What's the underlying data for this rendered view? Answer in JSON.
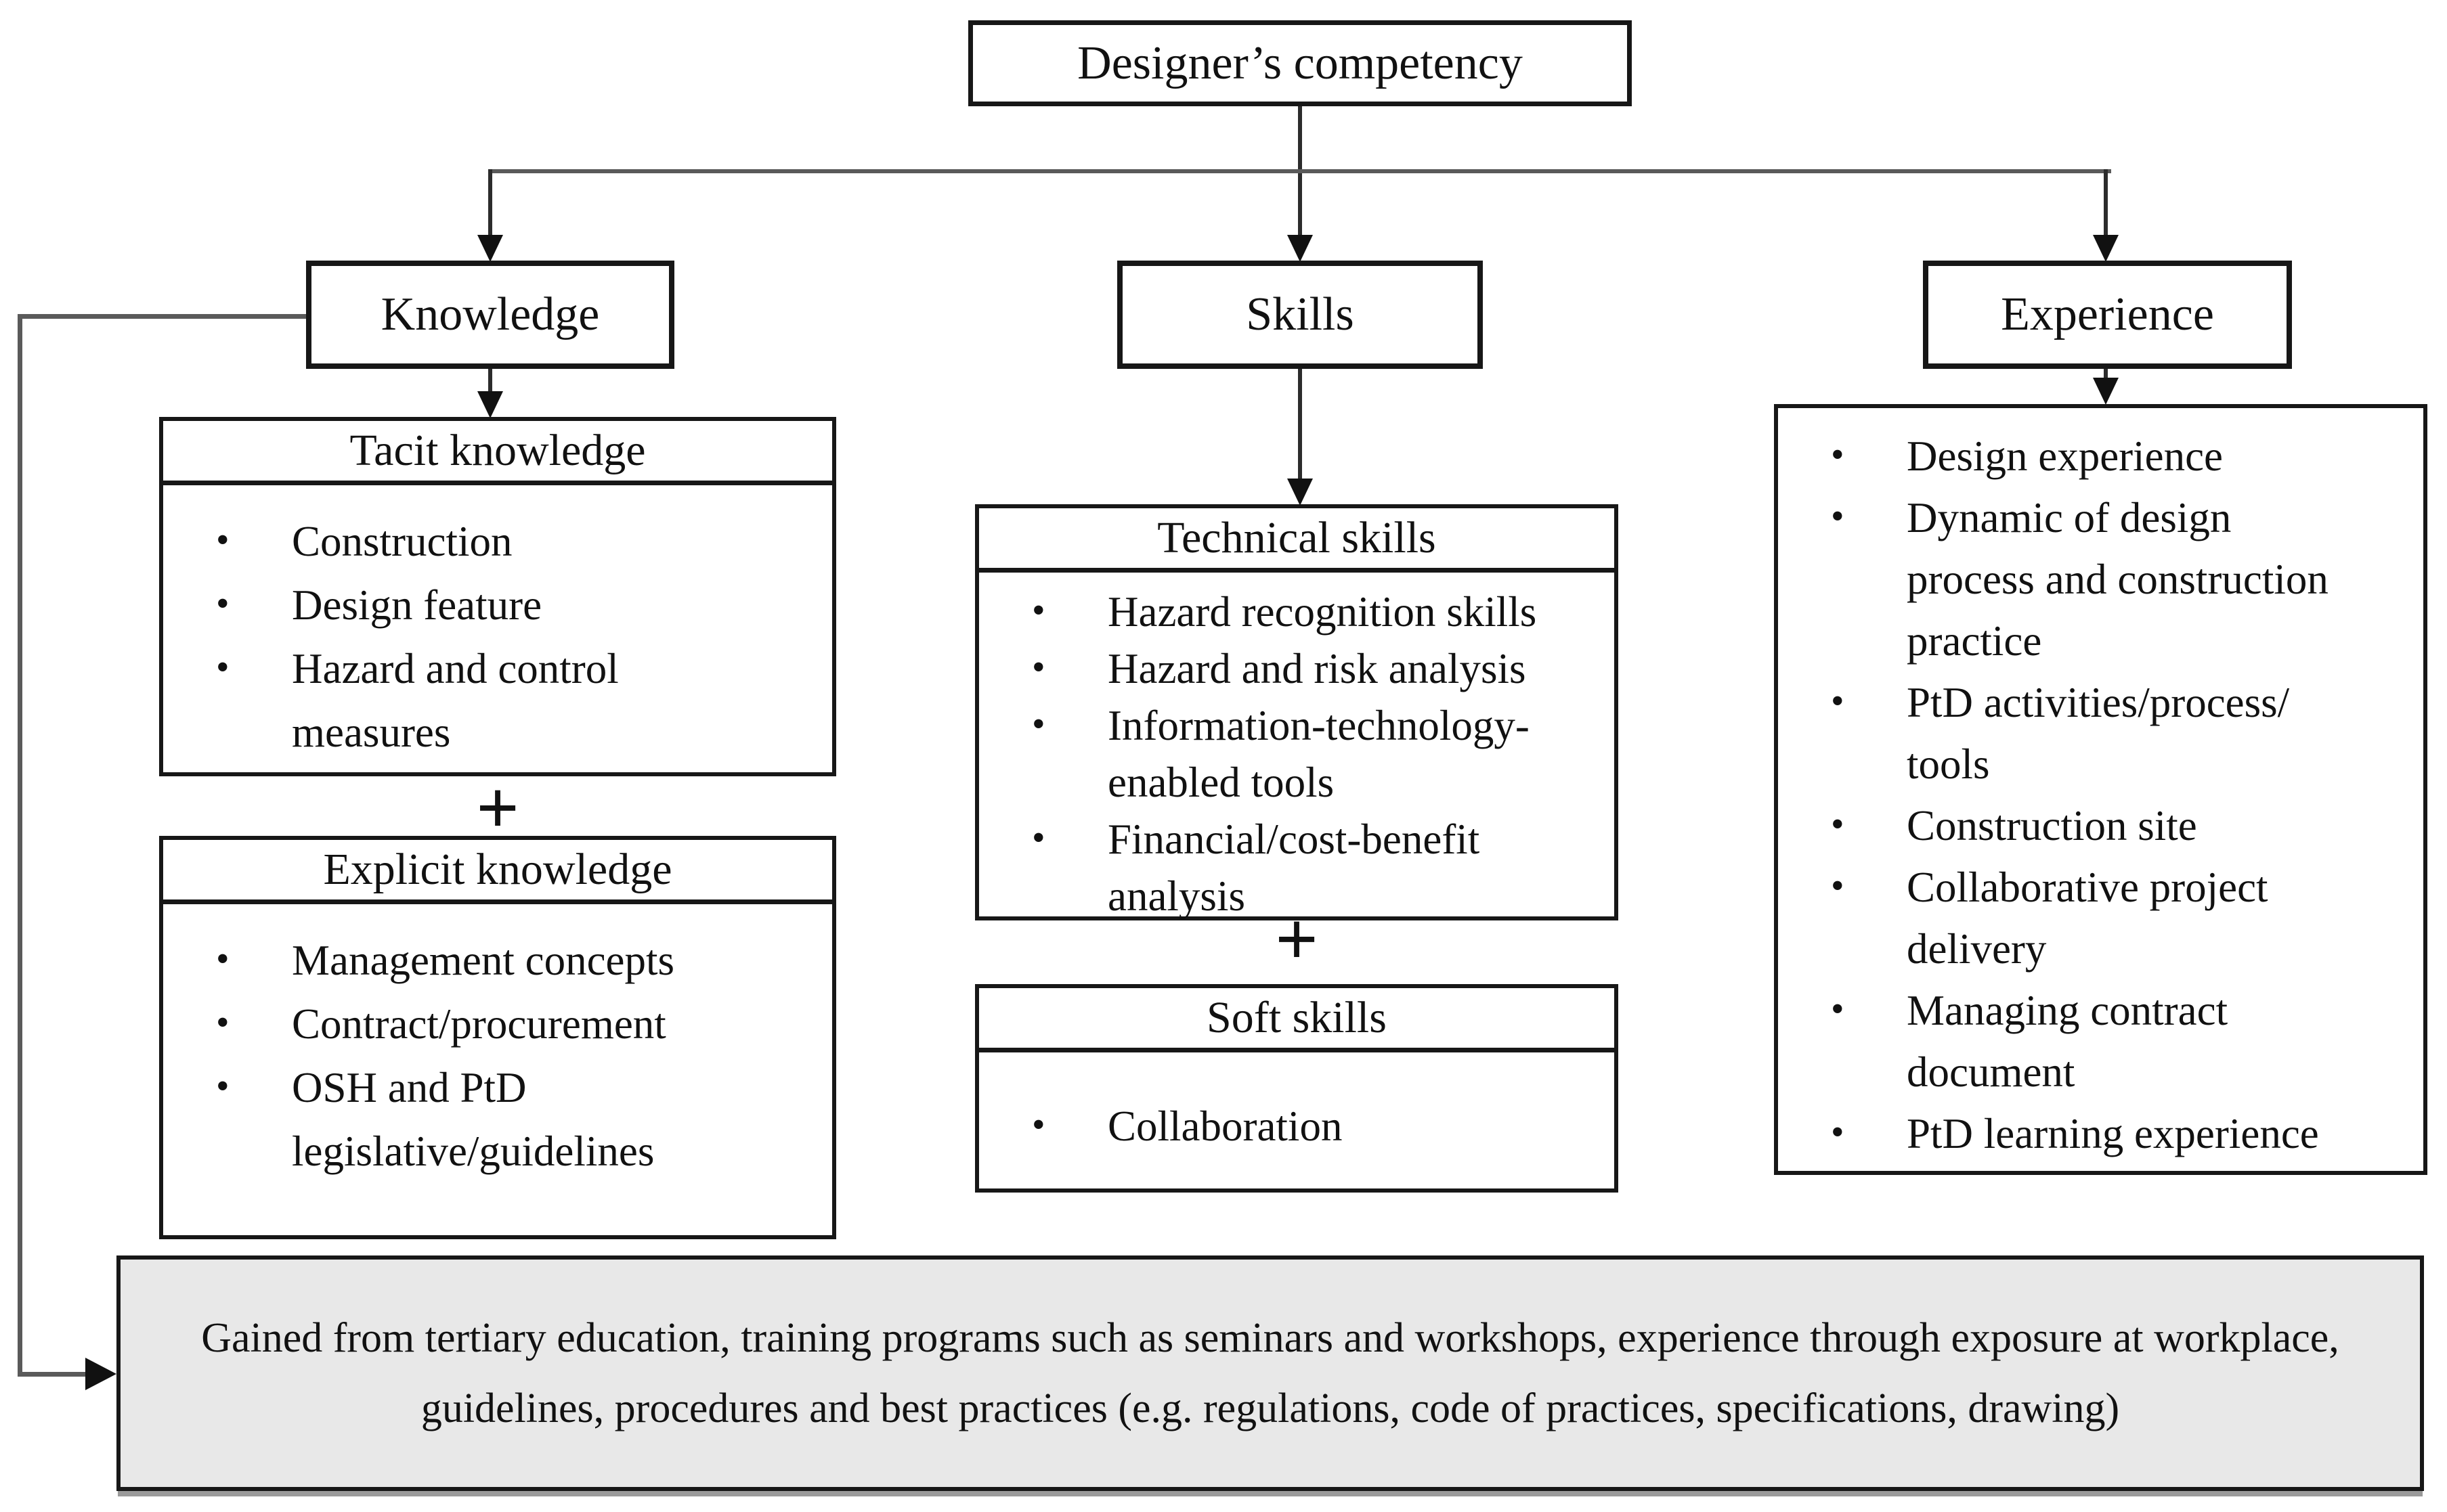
{
  "diagram": {
    "title": "Designer’s competency",
    "plus": "+",
    "knowledge": {
      "label": "Knowledge",
      "tacit": {
        "header": "Tacit knowledge",
        "items": [
          "Construction",
          "Design feature",
          "Hazard and control measures"
        ]
      },
      "explicit": {
        "header": "Explicit knowledge",
        "items": [
          "Management concepts",
          "Contract/procurement",
          "OSH and PtD legislative/guidelines"
        ]
      }
    },
    "skills": {
      "label": "Skills",
      "technical": {
        "header": "Technical skills",
        "items": [
          "Hazard recognition skills",
          "Hazard and risk analysis",
          "Information-technology-enabled tools",
          "Financial/cost-benefit analysis"
        ]
      },
      "soft": {
        "header": "Soft skills",
        "items": [
          "Collaboration"
        ]
      }
    },
    "experience": {
      "label": "Experience",
      "items": [
        "Design experience",
        "Dynamic of design process and construction practice",
        "PtD activities/process/ tools",
        "Construction site",
        "Collaborative project delivery",
        "Managing contract document",
        "PtD learning experience"
      ]
    },
    "footer": "Gained from tertiary education, training programs such as seminars and workshops, experience through exposure at workplace, guidelines, procedures and best practices (e.g. regulations, code of practices, specifications, drawing)"
  },
  "colors": {
    "box_border": "#171717",
    "connector": "#5a5a5a",
    "footer_bg": "#e8e8e8",
    "text": "#111111"
  }
}
